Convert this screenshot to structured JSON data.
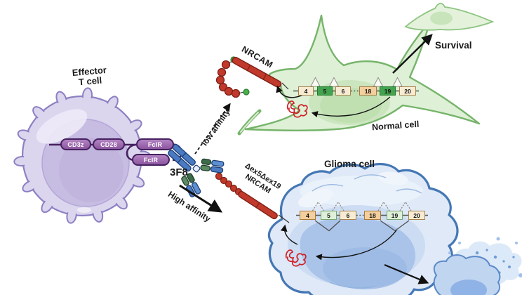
{
  "labels": {
    "effector_line1": "Effector",
    "effector_line2": "T cell",
    "antibody": "3F8",
    "high_affinity": "High affinity",
    "low_affinity": "low affinity",
    "nrcam": "NRCAM",
    "delta_line1": "Δex5Δex19",
    "delta_line2": "NRCAM",
    "glioma_cell": "Glioma cell",
    "normal_cell": "Normal cell",
    "survival": "Survival"
  },
  "receptors": {
    "cd3z": "CD3z",
    "cd28": "CD28",
    "fcir_top": "FcIR",
    "fcir_bottom": "FcIR"
  },
  "exons": {
    "normal": [
      "4",
      "5",
      "6",
      "18",
      "19",
      "20"
    ],
    "glioma": [
      "4",
      "5",
      "6",
      "18",
      "19",
      "20"
    ]
  },
  "colors": {
    "nrcam_red": "#c0392b",
    "antibody_blue": "#4a7ac2",
    "antibody_green": "#3c6b49",
    "receptor_purple": "#9a63ad",
    "t_cell_purple": "#8d80c3",
    "normal_cell_green": "#76b46a",
    "glioma_blue": "#4577b4",
    "exon_included_green": "#44a34e",
    "exon_skipped_green": "#def0d7",
    "exon_tan": "#f7ecd3",
    "exon_orange": "#f3cf9d"
  }
}
